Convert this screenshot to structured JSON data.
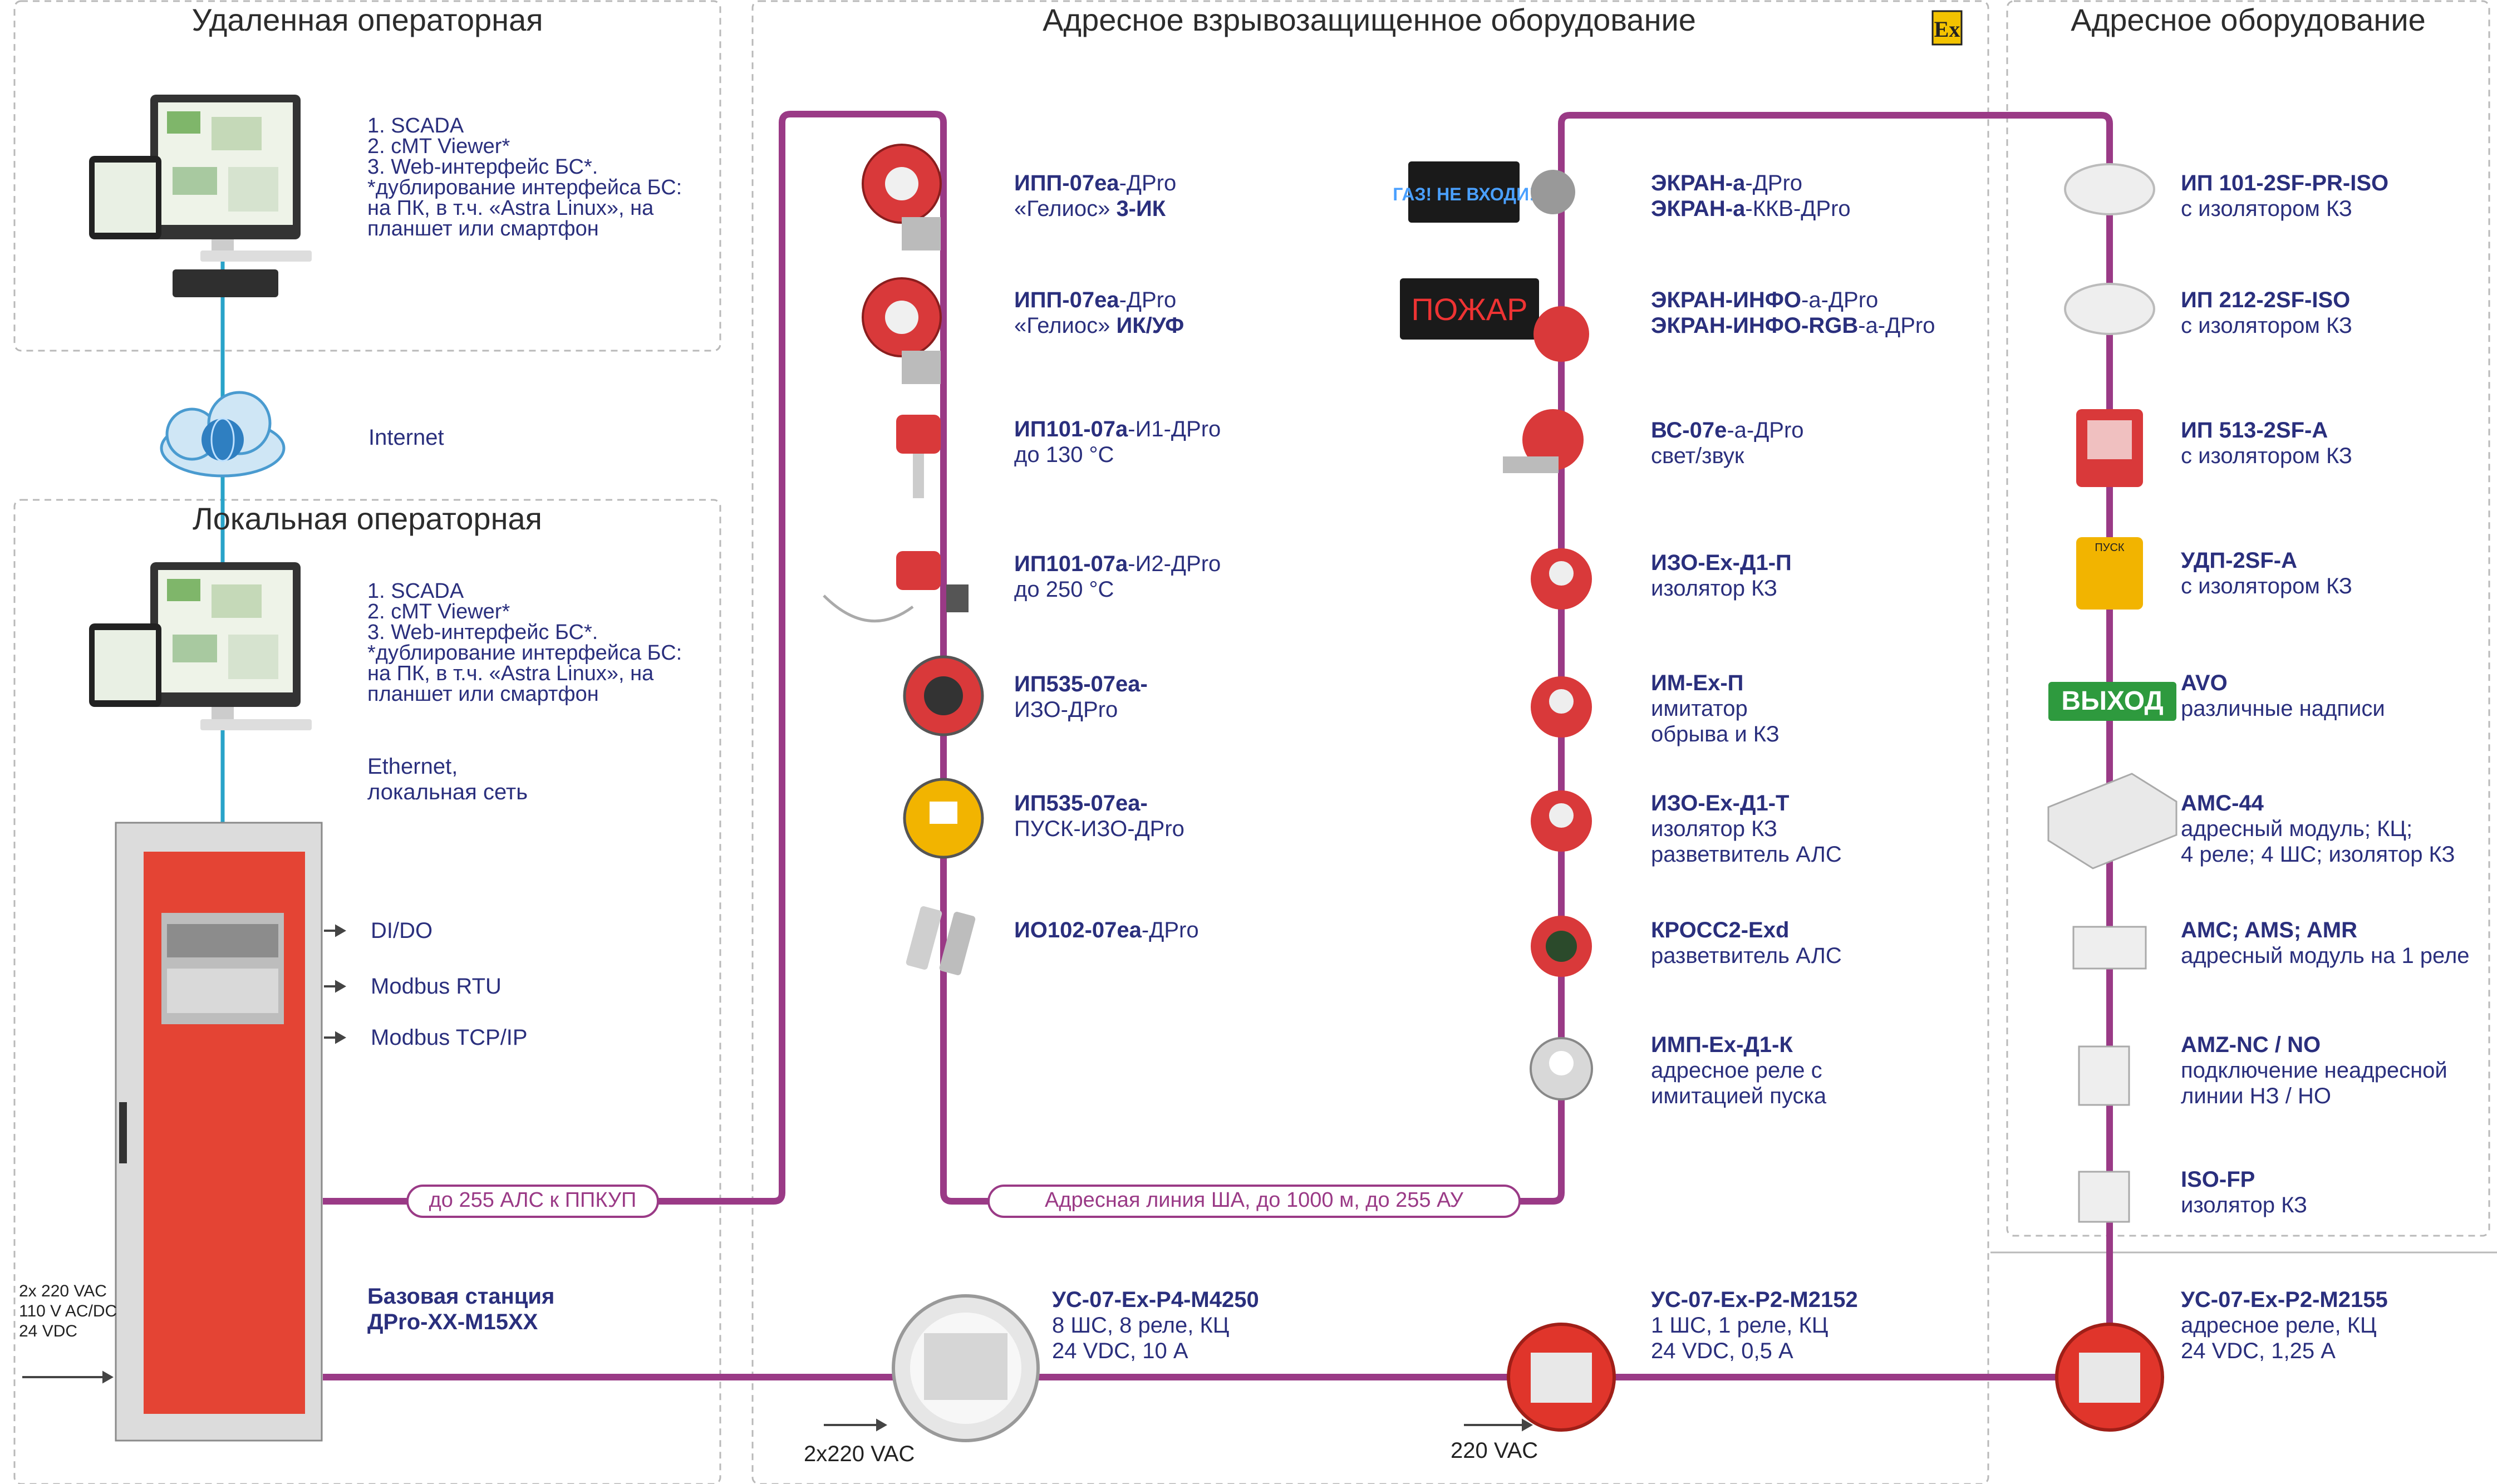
{
  "sections": {
    "remote": "Удаленная операторная",
    "local": "Локальная операторная",
    "ex": "Адресное взрывозащищенное оборудование",
    "addr": "Адресное оборудование"
  },
  "remote_list": [
    "1. SCADA",
    "2. cMT Viewer*",
    "3. Web-интерфейс БС*.",
    "*дублирование интерфейса БС:",
    "на ПК, в т.ч. «Astra Linux»,  на",
    "планшет или смартфон"
  ],
  "local_list": [
    "1. SCADA",
    "2. cMT Viewer*",
    "3. Web-интерфейс БС*.",
    "*дублирование интерфейса БС:",
    "на ПК, в т.ч. «Astra Linux»,  на",
    "планшет или смартфон"
  ],
  "internet": "Internet",
  "ethernet": [
    "Ethernet,",
    "локальная сеть"
  ],
  "outputs": [
    "DI/DO",
    "Modbus RTU",
    "Modbus TCP/IP"
  ],
  "power_left": [
    "2x 220 VAC",
    "110 V AC/DC",
    "24 VDC"
  ],
  "base_station": [
    "Базовая станция",
    "ДPro-XX-M15XX"
  ],
  "pills": {
    "left": "до 255 АЛС к ППКУП",
    "middle": "Адресная линия ША, до 1000 м, до 255 АУ"
  },
  "ex_logo": "Ex",
  "col1": [
    {
      "a": "ИПП-07еа",
      "b": "-ДPro",
      "c": "«Гелиос» ",
      "d": "3-ИК"
    },
    {
      "a": "ИПП-07еа",
      "b": "-ДPro",
      "c": "«Гелиос» ",
      "d": "ИК/УФ"
    },
    {
      "a": "ИП101-07а",
      "b": "-И1-ДPro",
      "c": "до 130 °С",
      "d": ""
    },
    {
      "a": "ИП101-07а",
      "b": "-И2-ДPro",
      "c": "до 250 °С",
      "d": ""
    },
    {
      "a": "ИП535-07еа-",
      "b": "",
      "c": "ИЗО-ДPro",
      "d": ""
    },
    {
      "a": "ИП535-07еа-",
      "b": "",
      "c": "ПУСК-ИЗО-ДPro",
      "d": ""
    },
    {
      "a": "ИО102-07еа",
      "b": "-ДPro",
      "c": "",
      "d": ""
    }
  ],
  "col2": [
    {
      "l1a": "ЭКРАН-а",
      "l1b": "-ДPro",
      "l2a": "ЭКРАН-а",
      "l2b": "-ККВ-ДPro",
      "l3": ""
    },
    {
      "l1a": "ЭКРАН-ИНФО",
      "l1b": "-а-ДPro",
      "l2a": "ЭКРАН-ИНФО-RGB",
      "l2b": "-а-ДPro",
      "l3": ""
    },
    {
      "l1a": "ВС-07е",
      "l1b": "-а-ДPro",
      "l2a": "",
      "l2b": "свет/звук",
      "l3": ""
    },
    {
      "l1a": "ИЗО-Ex-Д1-П",
      "l1b": "",
      "l2a": "",
      "l2b": "изолятор КЗ",
      "l3": ""
    },
    {
      "l1a": "ИМ-Ex-П",
      "l1b": "",
      "l2a": "",
      "l2b": "имитатор",
      "l3": "обрыва и КЗ"
    },
    {
      "l1a": "ИЗО-Ex-Д1-Т",
      "l1b": "",
      "l2a": "",
      "l2b": "изолятор КЗ",
      "l3": "разветвитель АЛС"
    },
    {
      "l1a": "КРОСС2-Exd",
      "l1b": "",
      "l2a": "",
      "l2b": "разветвитель АЛС",
      "l3": ""
    },
    {
      "l1a": "ИМП-Ex-Д1-К",
      "l1b": "",
      "l2a": "",
      "l2b": "адресное реле с",
      "l3": "имитацией пуска"
    }
  ],
  "col3": [
    {
      "name": "ИП 101-2SF-PR-ISO",
      "d1": "с изолятором КЗ",
      "d2": ""
    },
    {
      "name": "ИП 212-2SF-ISO",
      "d1": "с изолятором КЗ",
      "d2": ""
    },
    {
      "name": "ИП 513-2SF-А",
      "d1": "с изолятором КЗ",
      "d2": ""
    },
    {
      "name": "УДП-2SF-А",
      "d1": "с изолятором КЗ",
      "d2": ""
    },
    {
      "name": "AVO",
      "d1": "различные надписи",
      "d2": ""
    },
    {
      "name": "АМС-44",
      "d1": "адресный модуль; КЦ;",
      "d2": "4 реле; 4 ШС; изолятор КЗ"
    },
    {
      "name": "AMC; AMS; AMR",
      "d1": "адресный модуль на 1 реле",
      "d2": ""
    },
    {
      "name": "AMZ-NC / NO",
      "d1": "подключение неадресной",
      "d2": "линии НЗ / НО"
    },
    {
      "name": "ISO-FP",
      "d1": "изолятор КЗ",
      "d2": ""
    }
  ],
  "screen_signs": {
    "gas": "ГАЗ! НЕ ВХОДИ!",
    "fire": "ПОЖАР",
    "exit": "ВЫХОД",
    "pusk": "ПУСК"
  },
  "us": [
    {
      "name": "УС-07-Ex-P4-M4250",
      "l1": "8 ШС, 8 реле, КЦ",
      "l2": "24 VDC, 10 А",
      "power": "2x220 VAC"
    },
    {
      "name": "УС-07-Ex-P2-M2152",
      "l1": "1 ШС, 1 реле, КЦ",
      "l2": "24 VDC, 0,5 А",
      "power": "220 VAC"
    },
    {
      "name": "УС-07-Ex-P2-M2155",
      "l1": "адресное реле, КЦ",
      "l2": "24 VDC, 1,25 А",
      "power": ""
    }
  ],
  "colors": {
    "line": "#9a3a86",
    "net": "#29a3c9",
    "text": "#2a2f7d",
    "red": "#e0352b",
    "border": "#b5b5b5"
  }
}
